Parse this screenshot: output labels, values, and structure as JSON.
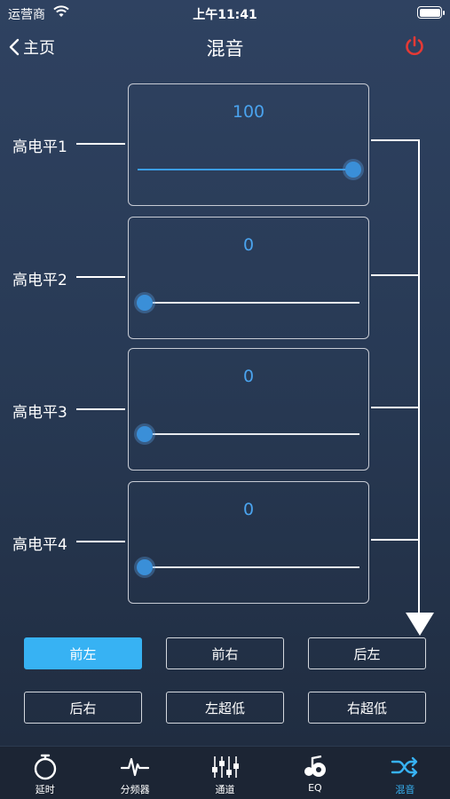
{
  "status_bar": {
    "carrier": "运营商",
    "time": "上午11:41"
  },
  "nav": {
    "back_label": "主页",
    "title": "混音"
  },
  "channels": [
    {
      "label": "高电平1",
      "value": "100",
      "level": 1.0
    },
    {
      "label": "高电平2",
      "value": "0",
      "level": 0.0
    },
    {
      "label": "高电平3",
      "value": "0",
      "level": 0.0
    },
    {
      "label": "高电平4",
      "value": "0",
      "level": 0.0
    }
  ],
  "outputs": [
    {
      "label": "前左",
      "active": true
    },
    {
      "label": "前右",
      "active": false
    },
    {
      "label": "后左",
      "active": false
    },
    {
      "label": "后右",
      "active": false
    },
    {
      "label": "左超低",
      "active": false
    },
    {
      "label": "右超低",
      "active": false
    }
  ],
  "tabs": [
    {
      "label": "延时",
      "icon": "stopwatch-icon"
    },
    {
      "label": "分频器",
      "icon": "waveform-icon"
    },
    {
      "label": "通道",
      "icon": "mixer-sliders-icon"
    },
    {
      "label": "EQ",
      "icon": "music-note-icon"
    },
    {
      "label": "混音",
      "icon": "shuffle-icon",
      "active": true
    }
  ],
  "colors": {
    "accent": "#37b2f3",
    "value_text": "#4aa3ee",
    "power": "#e53935"
  }
}
